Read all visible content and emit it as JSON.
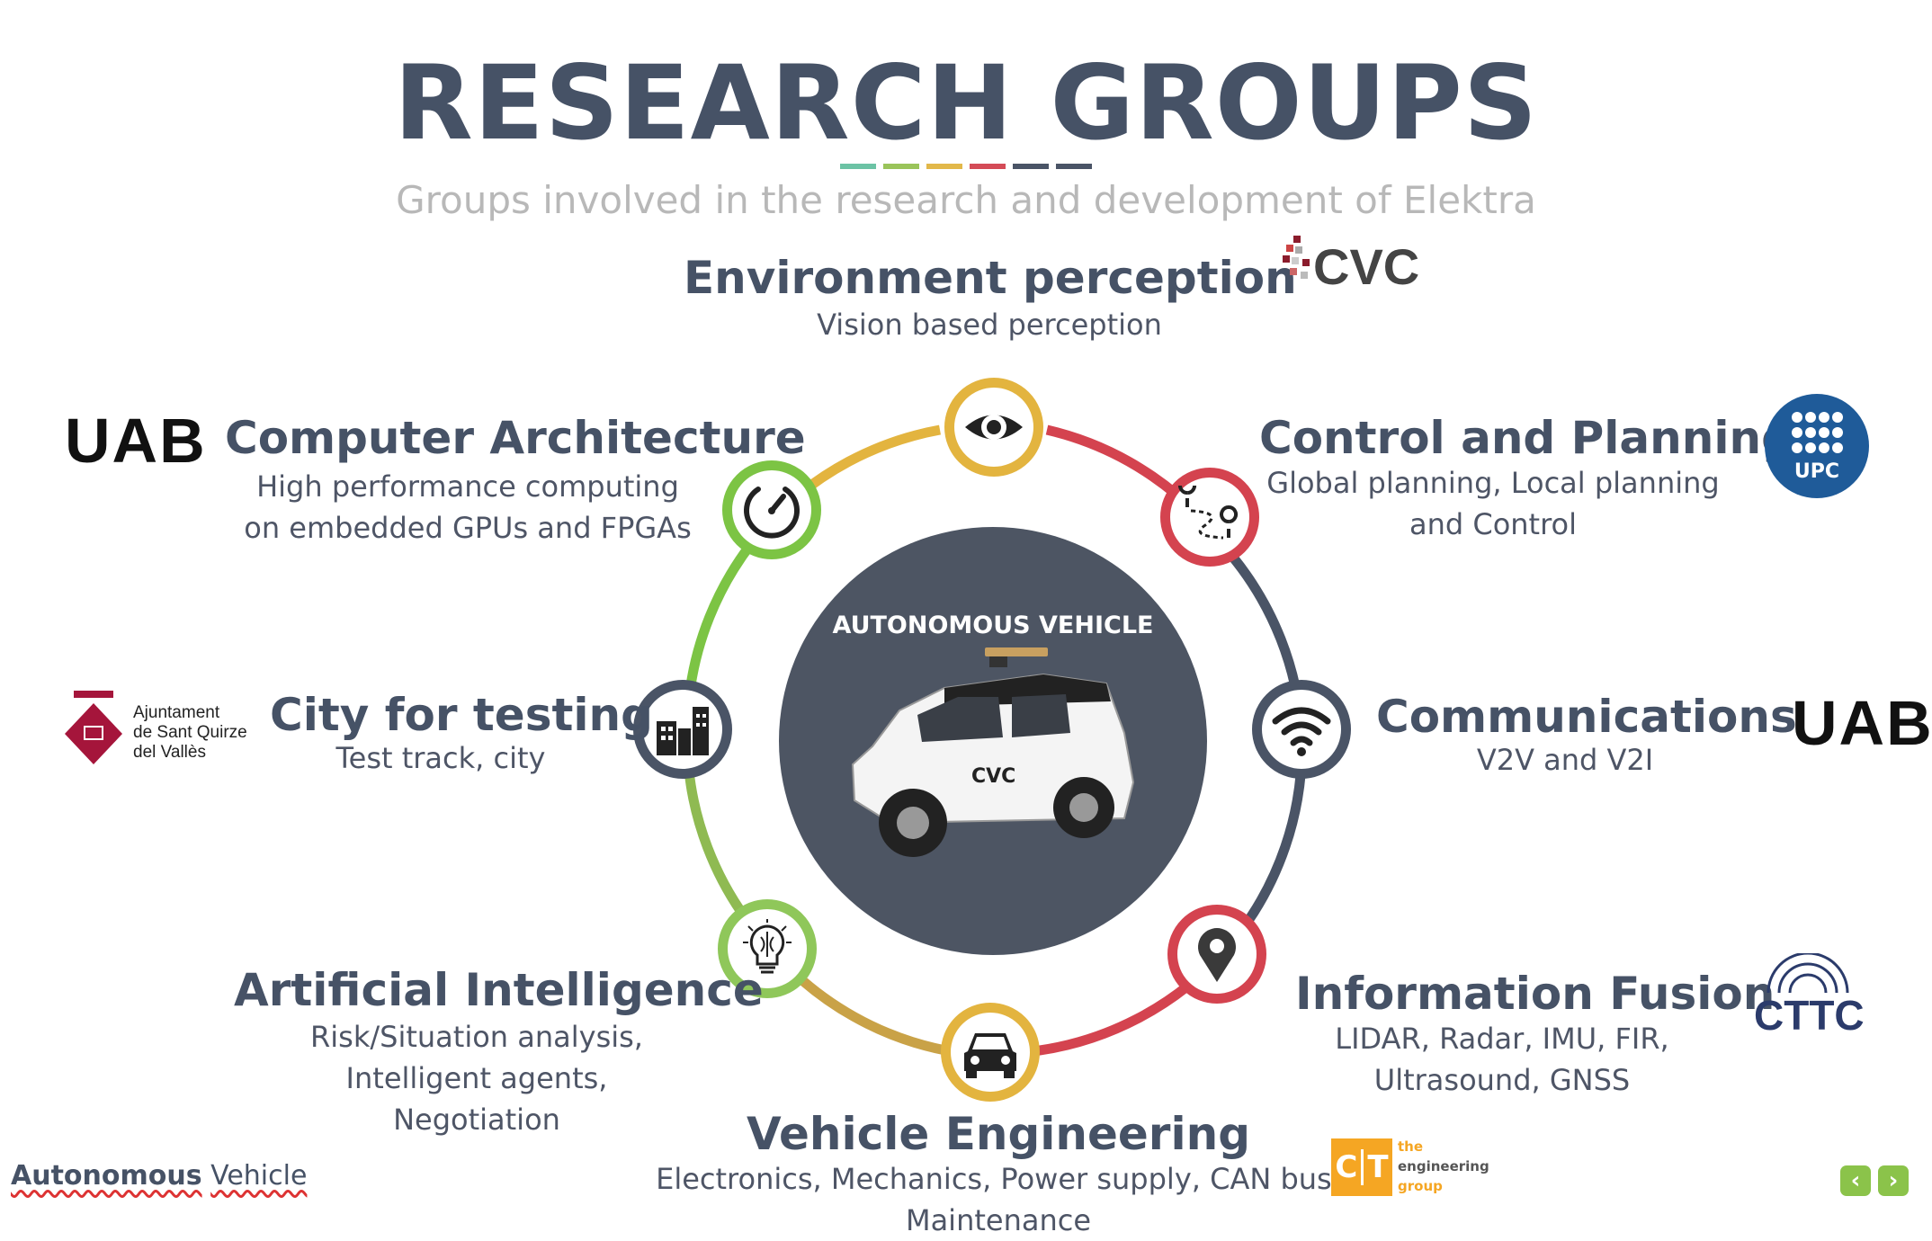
{
  "title": "RESEARCH GROUPS",
  "subtitle": "Groups involved in the research and development of Elektra",
  "divider_colors": [
    "#6cc3a5",
    "#9ac45a",
    "#e2b84a",
    "#d44b57",
    "#4a5466",
    "#4a5466"
  ],
  "hub_label": "AUTONOMOUS VEHICLE",
  "groups": {
    "environment": {
      "title": "Environment perception",
      "desc": [
        "Vision based perception"
      ],
      "icon": "eye-icon",
      "logo": "CVC"
    },
    "control": {
      "title": "Control and Planning",
      "desc": [
        "Global planning, Local planning",
        "and Control"
      ],
      "icon": "route-icon",
      "logo": "UPC"
    },
    "communications": {
      "title": "Communications",
      "desc": [
        "V2V and V2I"
      ],
      "icon": "wifi-icon",
      "logo": "UAB"
    },
    "fusion": {
      "title": "Information Fusion",
      "desc": [
        "LIDAR, Radar, IMU, FIR,",
        "Ultrasound, GNSS"
      ],
      "icon": "location-pin-icon",
      "logo": "CTTC"
    },
    "vehicle": {
      "title": "Vehicle Engineering",
      "desc": [
        "Electronics, Mechanics, Power supply, CAN bus,",
        "Maintenance"
      ],
      "icon": "car-icon",
      "logo_c": "C",
      "logo_t": "T",
      "logo_words": [
        "the",
        "engineering",
        "group"
      ]
    },
    "ai": {
      "title": "Artificial Intelligence",
      "desc": [
        "Risk/Situation analysis,",
        "Intelligent agents,",
        "Negotiation"
      ],
      "icon": "brain-bulb-icon"
    },
    "city": {
      "title": "City for testing",
      "desc": [
        "Test track, city"
      ],
      "icon": "buildings-icon",
      "logo_lines": [
        "Ajuntament",
        "de Sant Quirze",
        "del Vallès"
      ]
    },
    "architecture": {
      "title": "Computer Architecture",
      "desc": [
        "High performance computing",
        "on embedded GPUs and FPGAs"
      ],
      "icon": "speedometer-icon",
      "logo": "UAB"
    }
  },
  "colors": {
    "green": "#7cc444",
    "yellow": "#e3b43f",
    "red": "#d4434f",
    "slate": "#4a5466"
  },
  "footer": {
    "word1": "Autonomous",
    "word2": "Vehicle"
  },
  "nav": {
    "prev": "‹",
    "next": "›"
  }
}
